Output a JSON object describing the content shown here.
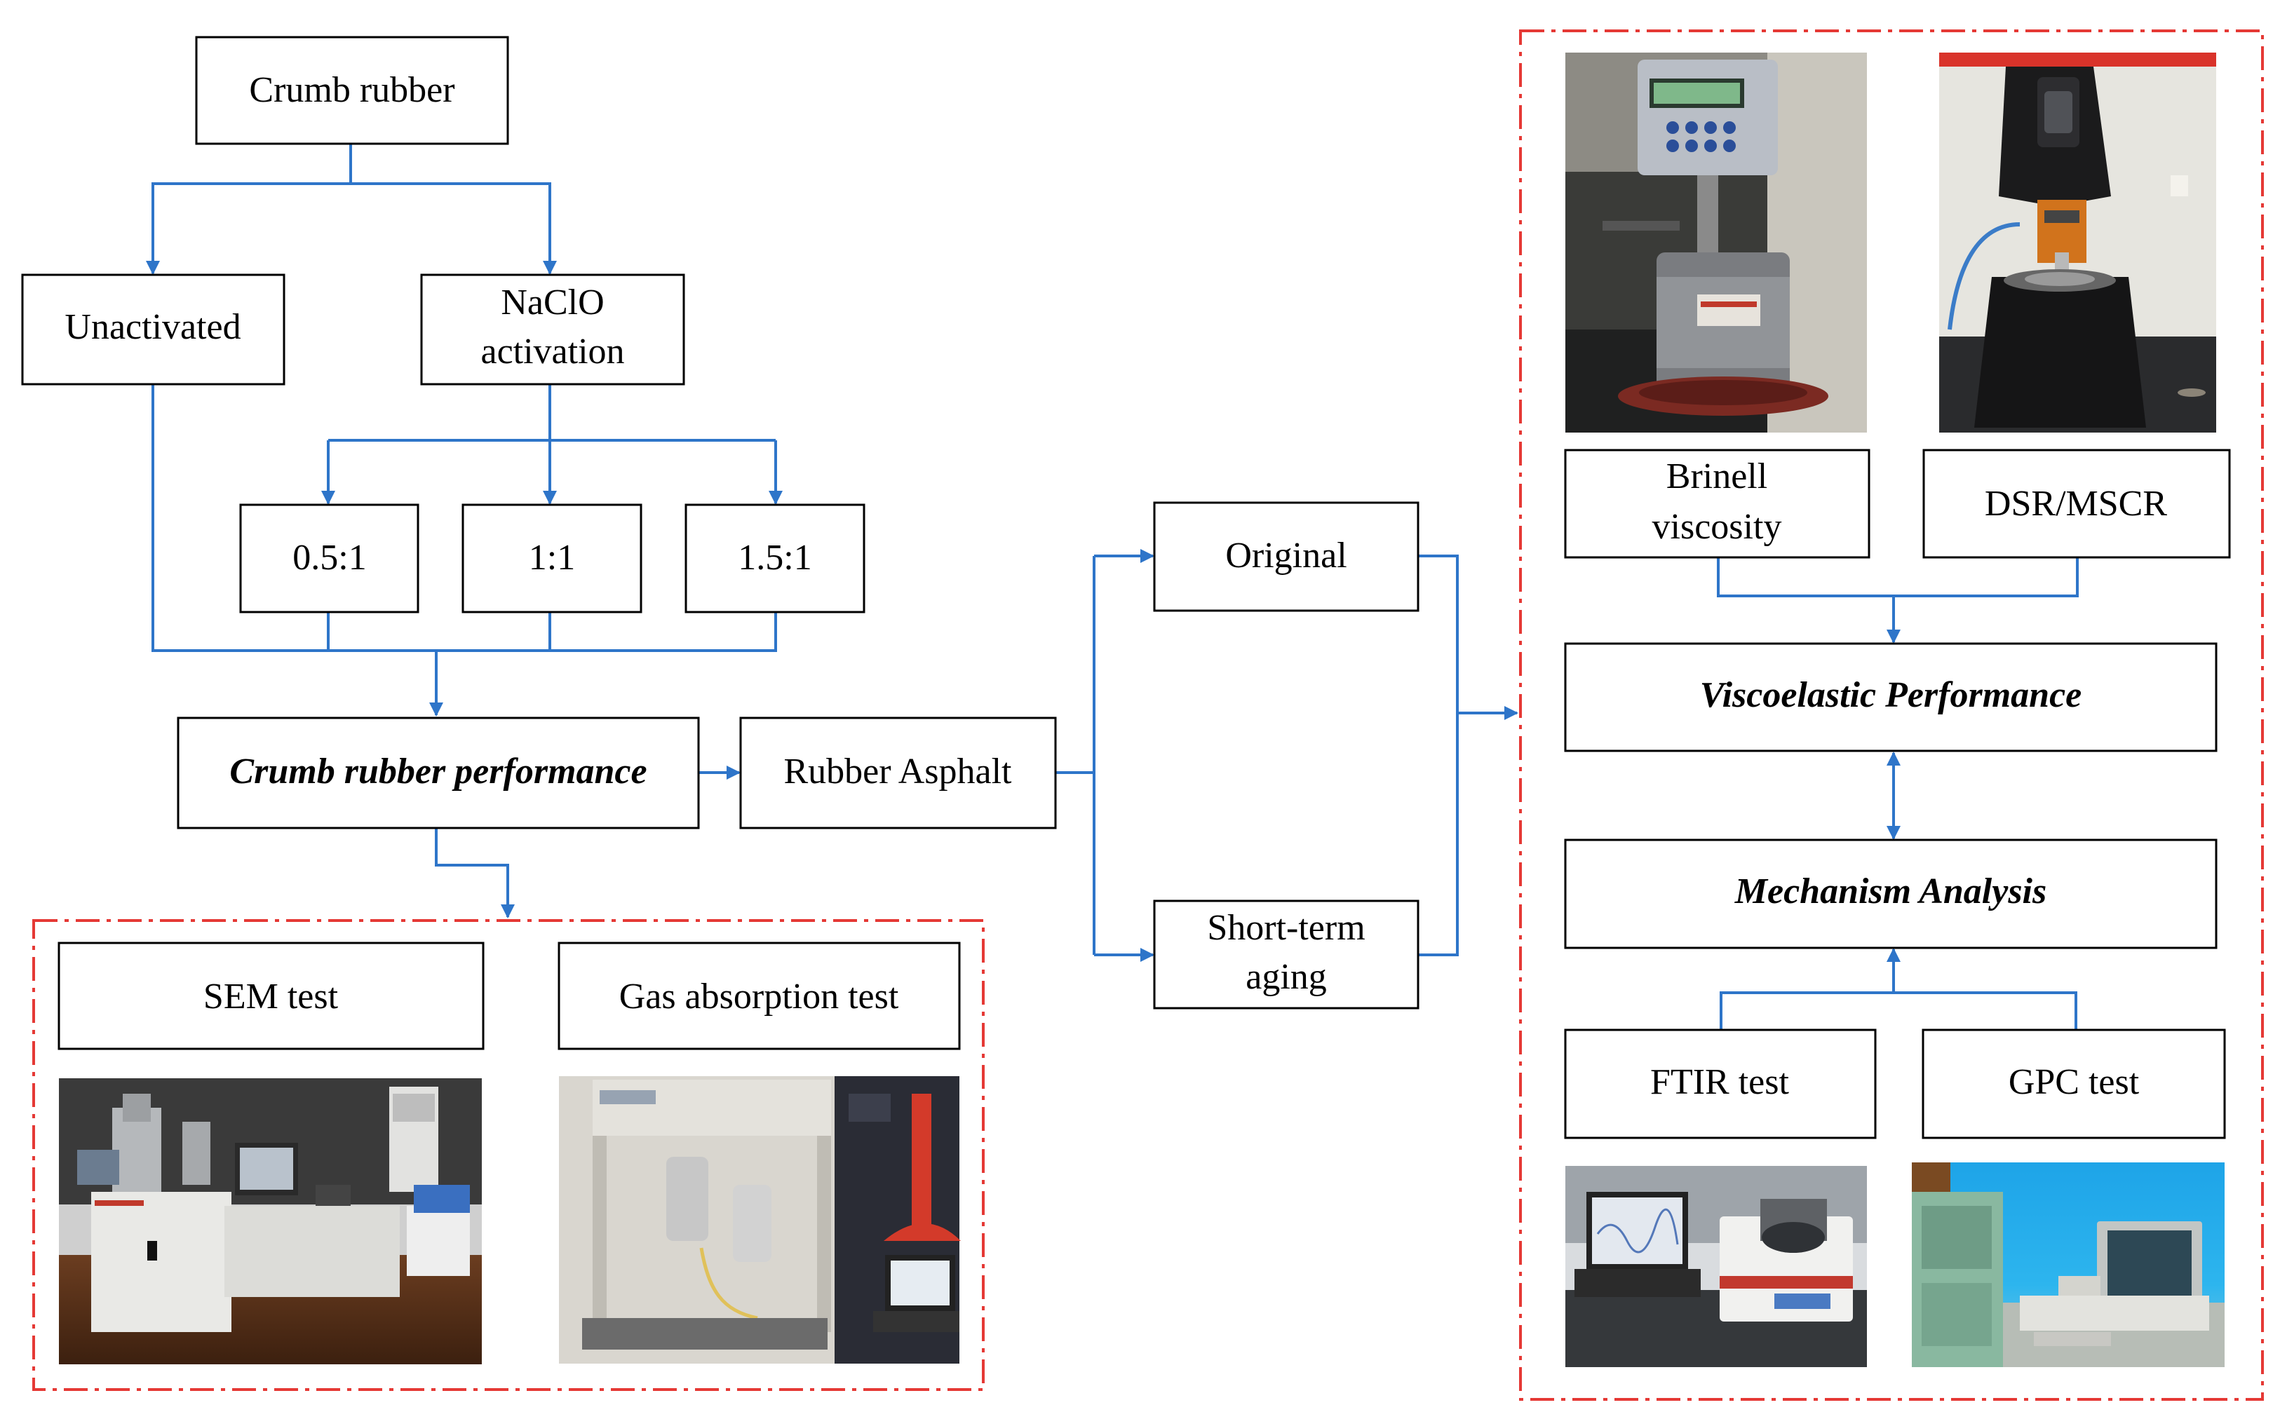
{
  "colors": {
    "line": "#2E75C9",
    "dash_border": "#E53935",
    "box_border": "#000000"
  },
  "nodes": {
    "crumb_rubber": "Crumb rubber",
    "unactivated": "Unactivated",
    "naclo": [
      "NaClO",
      "activation"
    ],
    "ratio_05": "0.5:1",
    "ratio_1": "1:1",
    "ratio_15": "1.5:1",
    "crumb_perf": "Crumb rubber performance",
    "rubber_asphalt": "Rubber Asphalt",
    "original": "Original",
    "short_term": [
      "Short-term",
      "aging"
    ],
    "sem": "SEM test",
    "gas": "Gas absorption test",
    "brinell": [
      "Brinell",
      "viscosity"
    ],
    "dsr": "DSR/MSCR",
    "viscoelastic": "Viscoelastic Performance",
    "mechanism": "Mechanism Analysis",
    "ftir": "FTIR test",
    "gpc": "GPC test"
  },
  "photos": {
    "sem": "SEM instrument photo",
    "gas": "Gas absorption analyzer photo",
    "brinell": "Brookfield viscometer photo",
    "dsr": "Dynamic shear rheometer photo",
    "ftir": "FTIR spectrometer photo",
    "gpc": "GPC instrument photo"
  }
}
